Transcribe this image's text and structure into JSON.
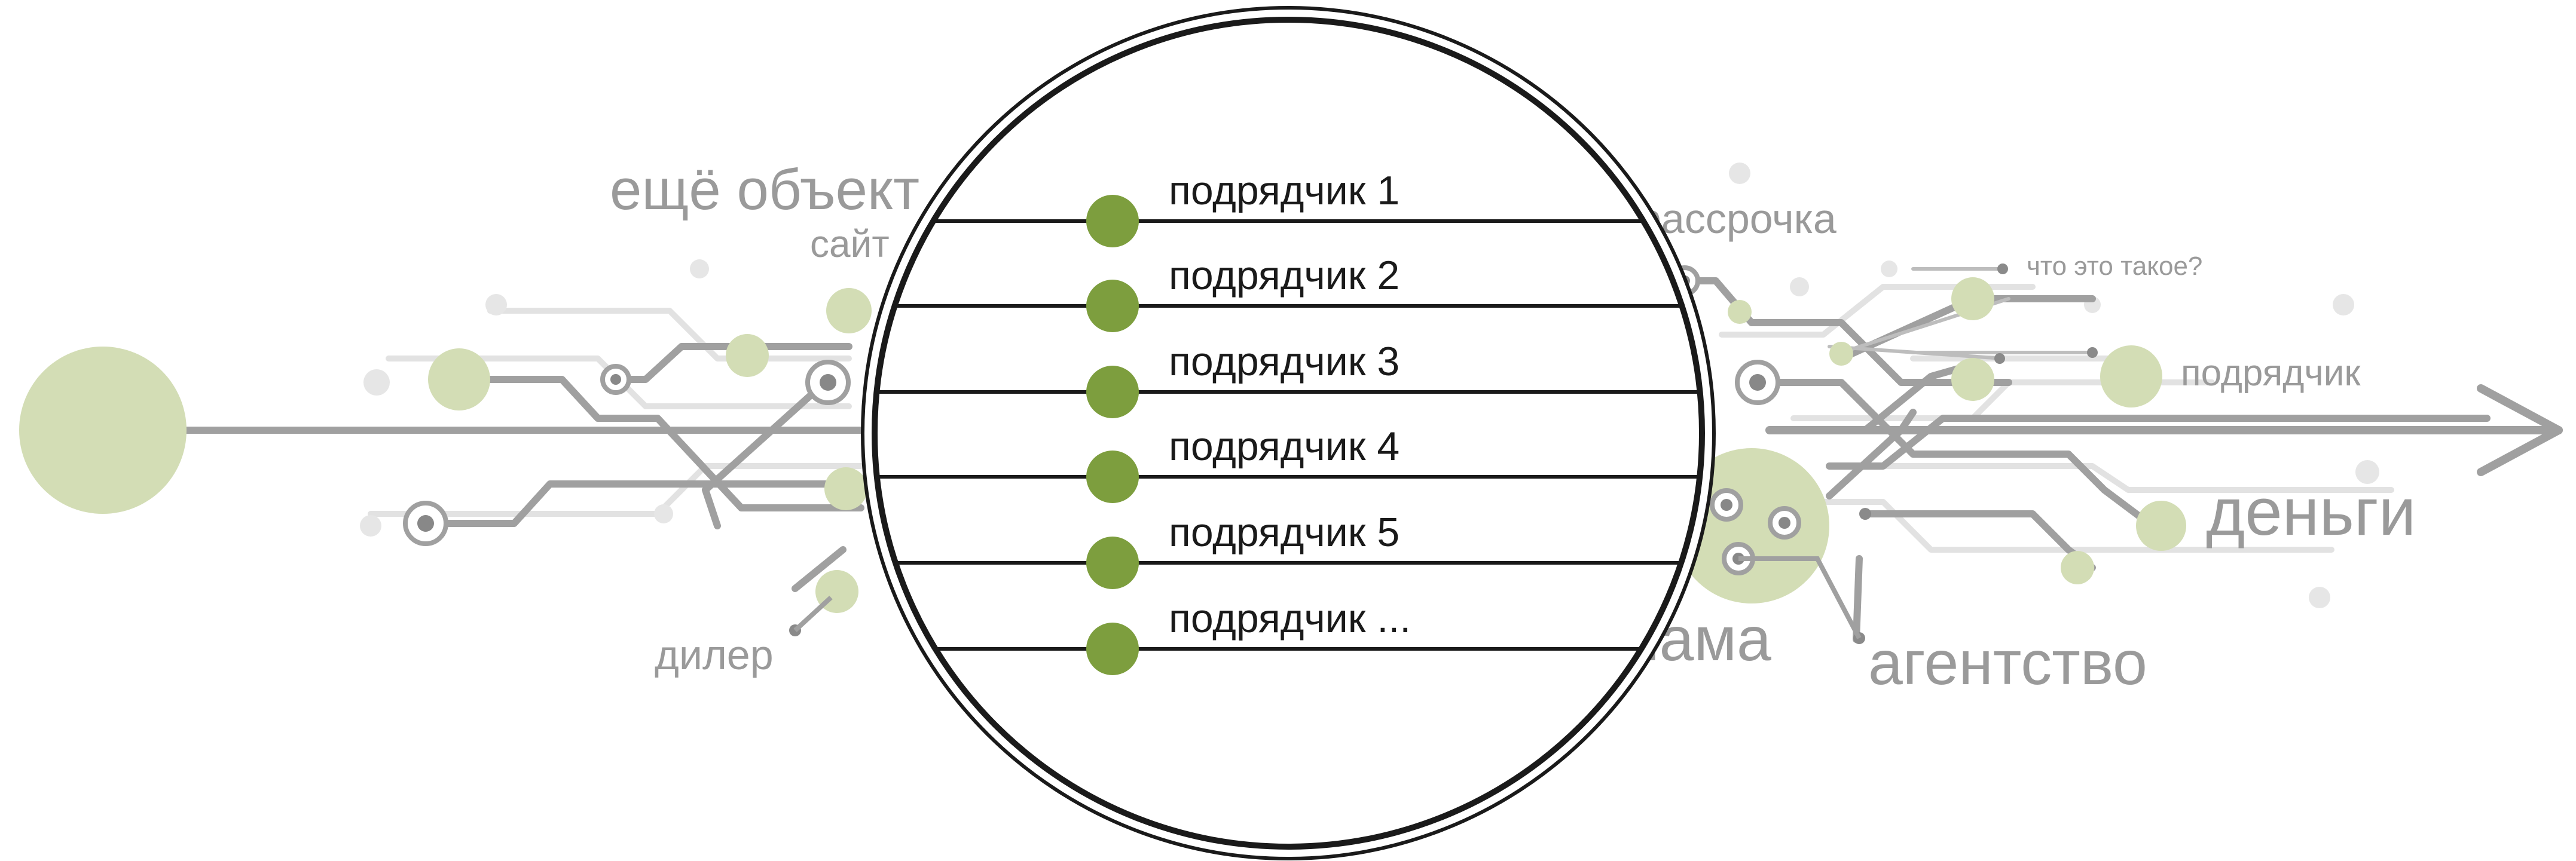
{
  "background_labels": {
    "more_objects": "ещё объект",
    "site": "сайт",
    "dealer": "дилер",
    "installment": "рассрочка",
    "what_is_it": "что это такое?",
    "contractor": "подрядчик",
    "money": "деньги",
    "advertising_fragment": "лама",
    "agency": "агентство"
  },
  "contractor_list": [
    "подрядчик 1",
    "подрядчик 2",
    "подрядчик 3",
    "подрядчик 4",
    "подрядчик 5",
    "подрядчик ..."
  ],
  "colors": {
    "accent_green": "#7d9e3e",
    "light_green": "#d3ddb5",
    "trace_dark": "#9a9a9a",
    "trace_light": "#dcdcdc",
    "label_gray": "#9a9a9a",
    "ink": "#1a1a1a"
  }
}
